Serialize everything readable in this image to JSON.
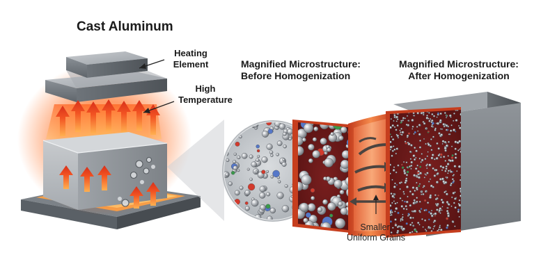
{
  "title": "Cast Aluminum",
  "callouts": {
    "heating_element": [
      "Heating",
      "Element"
    ],
    "high_temperature": [
      "High",
      "Temperature"
    ]
  },
  "panels": {
    "before": [
      "Magnified Microstructure:",
      "Before Homogenization"
    ],
    "after": [
      "Magnified Microstructure:",
      "After Homogenization"
    ]
  },
  "annotation": [
    "Smaller,",
    "Uniform Grains"
  ],
  "colors": {
    "aluminum": "#a9adb2",
    "heat_glow": "#ff6a1a",
    "arrow_red": "#e23a1c",
    "hot_edge": "#c8401c",
    "grain_red": "#d33a2c",
    "grain_blue": "#5577c8",
    "grain_green": "#3a9a4a"
  }
}
